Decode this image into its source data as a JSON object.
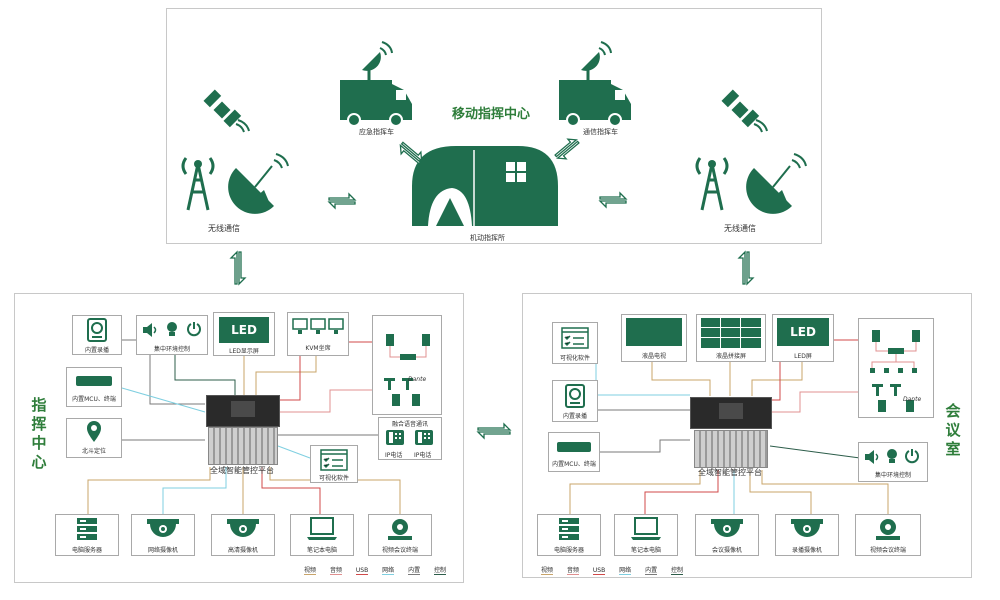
{
  "top": {
    "title": "移动指挥中心",
    "emergency_vehicle": "应急指挥车",
    "comm_vehicle": "通信指挥车",
    "tent": "机动指挥所",
    "wireless_left": "无线通信",
    "wireless_right": "无线通信"
  },
  "left": {
    "title": "指挥中心",
    "recorder": "内置录播",
    "env_control": "集中环境控制",
    "led_display": "LED显示屏",
    "led_text": "LED",
    "kvm": "KVM坐席",
    "mcu": "内置MCU、终端",
    "beidou": "北斗定位",
    "voice": "融合语音通讯",
    "ip_phone1": "IP电话",
    "ip_phone2": "IP电话",
    "visual_sw": "可视化软件",
    "platform": "全域智能管控平台",
    "server": "电脑服务器",
    "net_camera": "网络摄像机",
    "hd_camera": "高清摄像机",
    "laptop": "笔记本电脑",
    "vc_terminal": "视频会议终端",
    "dante": "Dante"
  },
  "right": {
    "title": "会议室",
    "visual_sw": "可视化软件",
    "lcd": "液晶电视",
    "splice": "液晶拼接屏",
    "led_screen": "LED屏",
    "led_text": "LED",
    "recorder": "内置录播",
    "mcu": "内置MCU、终端",
    "env_control": "集中环境控制",
    "platform": "全域智能管控平台",
    "server": "电脑服务器",
    "laptop": "笔记本电脑",
    "meeting_cam": "会议摄像机",
    "record_cam": "录播摄像机",
    "vc_terminal": "视频会议终端",
    "dante": "Dante"
  },
  "legend": {
    "items": [
      "视频",
      "音频",
      "USB",
      "网络",
      "内置",
      "控制"
    ],
    "colors": [
      "#c8a46a",
      "#e09090",
      "#d04a4a",
      "#7fcfe0",
      "#7a7a7a",
      "#2d5d4a"
    ]
  },
  "colors": {
    "green": "#1f6e4e",
    "title_green": "#2e7d3a"
  }
}
